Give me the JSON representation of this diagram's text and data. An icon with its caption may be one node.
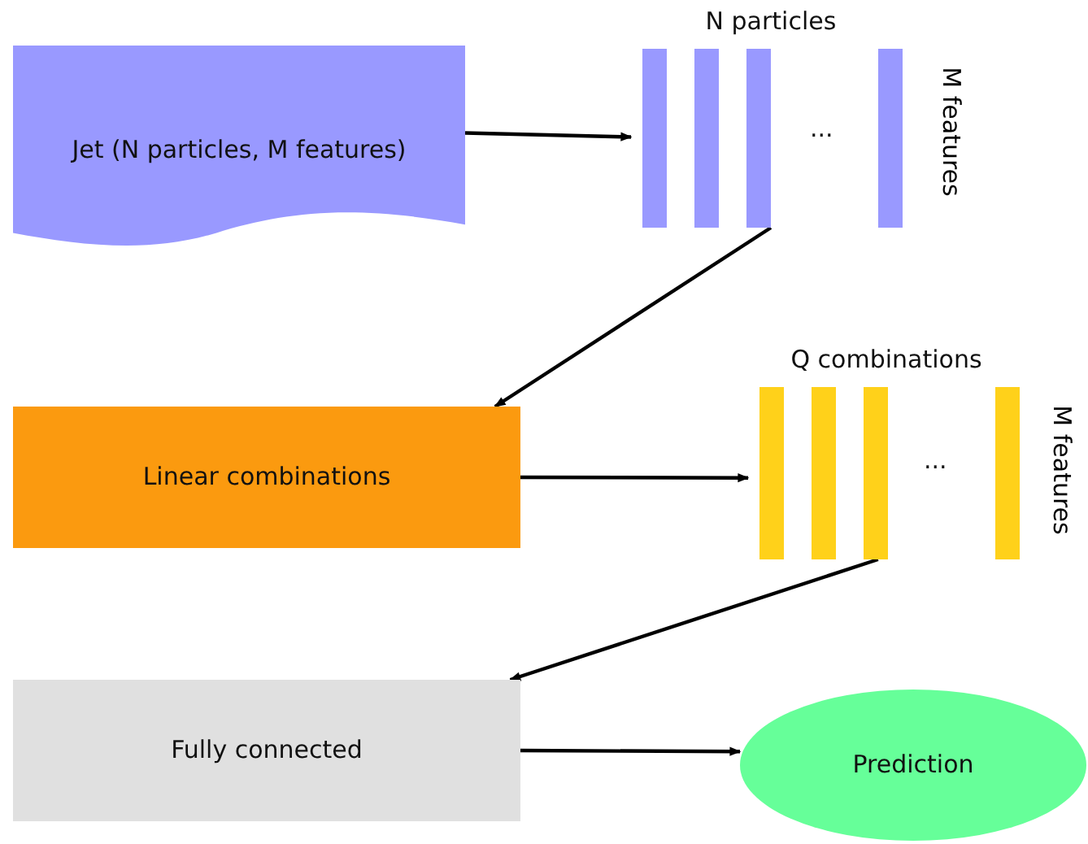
{
  "diagram": {
    "nodes": [
      {
        "text": [
          "Jet (N particles, M features)"
        ]
      },
      {
        "text": [
          "N particles",
          "..."
        ],
        "beside": [
          "M features"
        ]
      },
      {
        "text": [
          "Linear combinations"
        ]
      },
      {
        "text": [
          "Q combinations",
          "..."
        ],
        "beside": [
          "M features"
        ]
      },
      {
        "text": [
          "Fully connected"
        ]
      },
      {
        "text": [
          "Prediction"
        ]
      }
    ],
    "edges": [
      {
        "from": 0,
        "to": 1,
        "arrow": "to"
      },
      {
        "from": 1,
        "to": 2,
        "arrow": "to"
      },
      {
        "from": 2,
        "to": 3,
        "arrow": "to"
      },
      {
        "from": 3,
        "to": 4,
        "arrow": "to"
      },
      {
        "from": 4,
        "to": 5,
        "arrow": "to"
      }
    ]
  }
}
